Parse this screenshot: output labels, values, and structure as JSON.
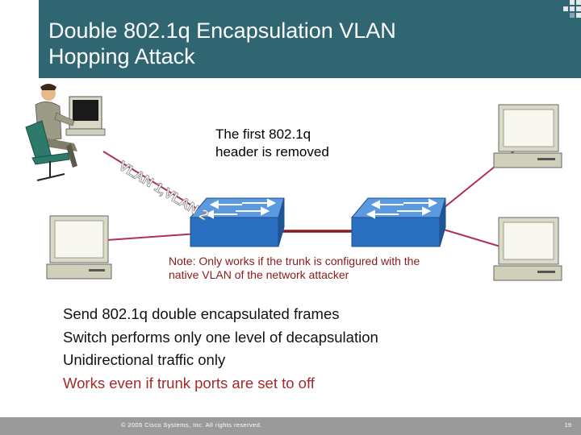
{
  "slide": {
    "title_line1": "Double 802.1q Encapsulation VLAN",
    "title_line2": "Hopping Attack",
    "callout_line1": "The first 802.1q",
    "callout_line2": "header is removed",
    "tag_text": "VLAN 1,VLAN 2",
    "note": "Note: Only works if the trunk is configured with the native VLAN of the network attacker",
    "bullets": [
      "Send 802.1q double encapsulated frames",
      "Switch performs only one level of decapsulation",
      "Unidirectional traffic only",
      "Works even if trunk ports are set to off"
    ],
    "footer": {
      "copyright": "© 2005 Cisco Systems, Inc. All rights reserved.",
      "page_number": "19"
    }
  },
  "colors": {
    "header": "#2f6672",
    "switch": "#2a6fc0",
    "link": "#b03050",
    "trunk": "#8b1a1a",
    "note": "#8b1a1a",
    "highlight_bullet": "#a52a2a",
    "footer": "#9a9a9a"
  },
  "icons": [
    "attacker-workstation-icon",
    "pc-icon",
    "switch-icon",
    "corner-pattern-icon"
  ]
}
